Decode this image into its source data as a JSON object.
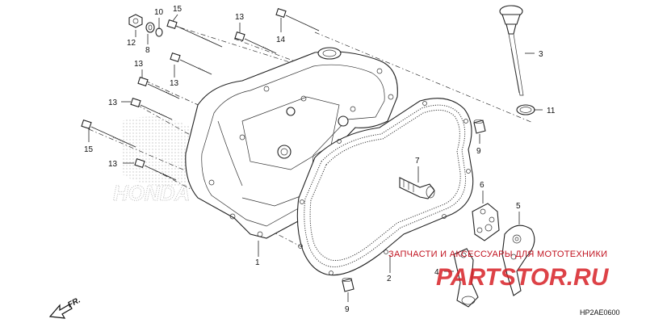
{
  "diagram": {
    "code": "HP2AE0600",
    "direction_label": "FR.",
    "watermark_top": "ЗАПЧАСТИ И АКСЕССУАРЫ ДЛЯ МОТОТЕХНИКИ",
    "watermark_brand": "PARTSTOR.RU",
    "watermark_honda": "HONDA",
    "callouts": [
      {
        "id": "c10",
        "text": "10"
      },
      {
        "id": "c15a",
        "text": "15"
      },
      {
        "id": "c13a",
        "text": "13"
      },
      {
        "id": "c12",
        "text": "12"
      },
      {
        "id": "c8",
        "text": "8"
      },
      {
        "id": "c14",
        "text": "14"
      },
      {
        "id": "c13b",
        "text": "13"
      },
      {
        "id": "c13c",
        "text": "13"
      },
      {
        "id": "c13d",
        "text": "13"
      },
      {
        "id": "c15b",
        "text": "15"
      },
      {
        "id": "c13e",
        "text": "13"
      },
      {
        "id": "c3",
        "text": "3"
      },
      {
        "id": "c11",
        "text": "11"
      },
      {
        "id": "c9a",
        "text": "9"
      },
      {
        "id": "c7",
        "text": "7"
      },
      {
        "id": "c6",
        "text": "6"
      },
      {
        "id": "c5",
        "text": "5"
      },
      {
        "id": "c1",
        "text": "1"
      },
      {
        "id": "c2",
        "text": "2"
      },
      {
        "id": "c4",
        "text": "4"
      },
      {
        "id": "c9b",
        "text": "9"
      }
    ]
  }
}
